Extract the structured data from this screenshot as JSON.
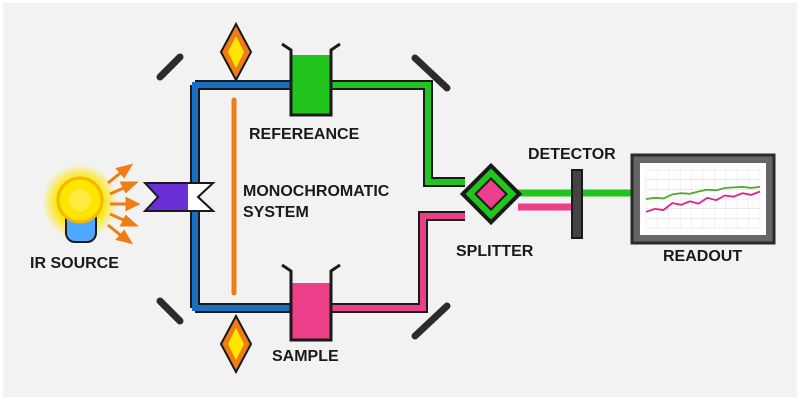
{
  "labels": {
    "ir_source": "IR SOURCE",
    "reference": "REFEREANCE",
    "monochromatic_line1": "MONOCHROMATIC",
    "monochromatic_line2": "SYSTEM",
    "sample": "SAMPLE",
    "splitter": "SPLITTER",
    "detector": "DETECTOR",
    "readout": "READOUT"
  },
  "colors": {
    "background": "#f2f2f2",
    "blue_beam": "#1a6fc4",
    "green_beam": "#22c51e",
    "pink_beam": "#ec3f8a",
    "orange": "#f07d13",
    "mirror": "#2b2b2b",
    "prism": "#6a2fd6",
    "monitor_frame": "#666666",
    "line_green": "#55a833",
    "line_magenta": "#e0208c"
  },
  "icons": {
    "source": "lightbulb-icon",
    "prism": "prism-icon",
    "mirror": "mirror-icon",
    "cuvette": "cuvette-icon",
    "diamond": "diamond-marker-icon",
    "splitter": "beam-splitter-icon",
    "detector": "detector-plate-icon",
    "monitor": "monitor-icon"
  },
  "chart_data": {
    "type": "line",
    "x": [
      0,
      1,
      2,
      3,
      4,
      5,
      6,
      7,
      8,
      9,
      10,
      11,
      12,
      13
    ],
    "series": [
      {
        "values": [
          5.0,
          5.2,
          5.1,
          5.8,
          6.0,
          5.9,
          6.3,
          6.6,
          6.5,
          6.9,
          7.0,
          7.1,
          6.9,
          7.1
        ]
      },
      {
        "values": [
          2.8,
          3.3,
          3.1,
          4.3,
          4.0,
          4.6,
          4.2,
          5.2,
          4.8,
          5.6,
          5.4,
          6.0,
          5.7,
          6.3
        ]
      }
    ],
    "ylim": [
      0,
      10
    ]
  }
}
